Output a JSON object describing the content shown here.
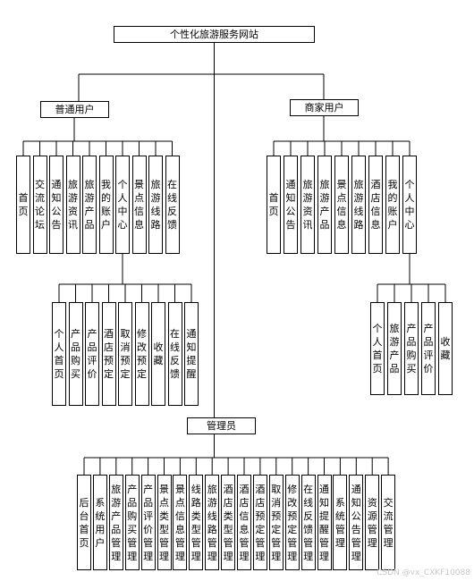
{
  "diagram": {
    "root": "个性化旅游服务网站",
    "user_group": {
      "title": "普通用户",
      "items": [
        "首页",
        "交流论坛",
        "通知公告",
        "旅游资讯",
        "旅游产品",
        "我的账户",
        "个人中心",
        "景点信息",
        "旅游线路",
        "在线反馈"
      ],
      "sub_items": [
        "个人首页",
        "产品购买",
        "产品评价",
        "酒店预定",
        "取消预定",
        "修改预定",
        "收藏",
        "在线反馈",
        "通知提醒"
      ]
    },
    "merchant_group": {
      "title": "商家用户",
      "items": [
        "首页",
        "通知公告",
        "旅游资讯",
        "旅游产品",
        "景点信息",
        "旅游线路",
        "酒店信息",
        "我的账户",
        "个人中心"
      ],
      "sub_items": [
        "个人首页",
        "旅游产品",
        "产品购买",
        "产品评价",
        "收藏"
      ]
    },
    "admin_group": {
      "title": "管理员",
      "items": [
        "后台首页",
        "系统用户",
        "旅游产品管理",
        "产品购买管理",
        "产品评价管理",
        "景点类型管理",
        "景点信息管理",
        "线路类型管理",
        "旅游线路管理",
        "酒店类型管理",
        "酒店信息管理",
        "酒店预定管理",
        "取消预定管理",
        "修改预定管理",
        "在线反馈管理",
        "通知提醒管理",
        "系统管理",
        "通知公告管理",
        "资源管理",
        "交流管理"
      ]
    }
  },
  "watermark": "CSDN @vx_CXKF10088",
  "colors": {
    "line": "#000000",
    "box_border": "#000000",
    "text": "#000000",
    "watermark": "#c8c8c8"
  }
}
